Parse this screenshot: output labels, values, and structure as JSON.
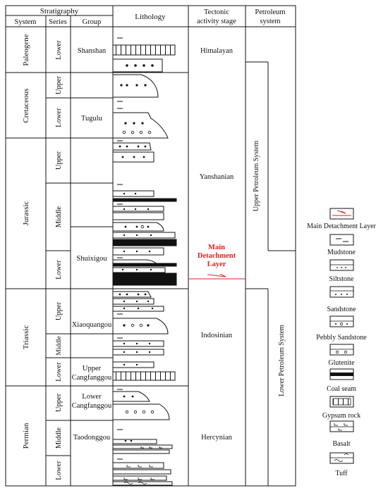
{
  "header": {
    "stratigraphy": "Stratigraphy",
    "system": "System",
    "series": "Series",
    "group": "Group",
    "lithology": "Lithology",
    "tectonic_line1": "Tectonic",
    "tectonic_line2": "activity stage",
    "petroleum_line1": "Petroleum",
    "petroleum_line2": "system"
  },
  "systems": [
    "Paleogene",
    "Cretaceous",
    "Jurassic",
    "Triassic",
    "Permian"
  ],
  "series": [
    "Lower",
    "Upper",
    "Lower",
    "Upper",
    "Middle",
    "Lower",
    "Upper",
    "Middle",
    "Lower",
    "Upper",
    "Middle",
    "Lower"
  ],
  "groups": {
    "shanshan": "Shanshan",
    "tugulu": "Tugulu",
    "shuixigou": "Shuixigou",
    "xiaoquangou": "Xiaoquangou",
    "upper_cangfanggou_1": "Upper",
    "upper_cangfanggou_2": "Cangfanggou",
    "lower_cangfanggou_1": "Lower",
    "lower_cangfanggou_2": "Cangfanggou",
    "taodonggou": "Taodonggou"
  },
  "tectonic": {
    "himalayan": "Himalayan",
    "yanshanian": "Yanshanian",
    "indosinian": "Indosinian",
    "hercynian": "Hercynian",
    "detachment_1": "Main",
    "detachment_2": "Detachment",
    "detachment_3": "Layer"
  },
  "petroleum": {
    "upper": "Upper Petroleum System",
    "lower": "Lower Petroleum System"
  },
  "legend": [
    "Main Detachment Layer",
    "Mudstone",
    "Siltstone",
    "Sandstone",
    "Pebbly Sandstone",
    "Glutenite",
    "Coal seam",
    "Gypsum rock",
    "Basalt",
    "Tuff"
  ],
  "colors": {
    "detachment": "#e02020",
    "line": "#111111"
  }
}
